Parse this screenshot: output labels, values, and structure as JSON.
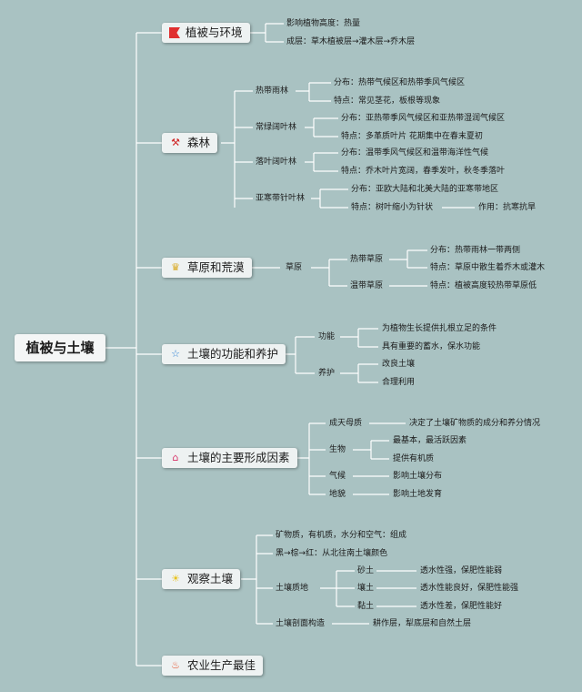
{
  "root": {
    "label": "植被与土壤"
  },
  "s1": {
    "label": "植被与环境",
    "icon": "red-flag-icon",
    "a": "影响植物高度：热量",
    "b": "成层：草木植被层→灌木层→乔木层"
  },
  "s2": {
    "label": "森林",
    "icon": "tools-icon",
    "rain": {
      "label": "热带雨林",
      "dist": "分布：热带气候区和热带季风气候区",
      "feat": "特点：常见茎花，板根等现象"
    },
    "evergreen": {
      "label": "常绿阔叶林",
      "dist": "分布：亚热带季风气候区和亚热带湿润气候区",
      "feat": "特点：多革质叶片 花期集中在春末夏初"
    },
    "deciduous": {
      "label": "落叶阔叶林",
      "dist": "分布：温带季风气候区和温带海洋性气候",
      "feat": "特点：乔木叶片宽阔，春季发叶，秋冬季落叶"
    },
    "taiga": {
      "label": "亚寒带针叶林",
      "dist": "分布：亚欧大陆和北美大陆的亚寒带地区",
      "feat": "特点：树叶缩小为针状",
      "use": "作用：抗寒抗旱"
    }
  },
  "s3": {
    "label": "草原和荒漠",
    "icon": "medal-icon",
    "grass": "草原",
    "tropical": {
      "label": "热带草原",
      "dist": "分布：热带雨林一带两侧",
      "feat": "特点：草原中散生着乔木或灌木"
    },
    "temperate": {
      "label": "温带草原",
      "feat": "特点：植被高度较热带草原低"
    }
  },
  "s4": {
    "label": "土壤的功能和养护",
    "icon": "star-icon",
    "func": "功能",
    "f1": "为植物生长提供扎根立足的条件",
    "f2": "具有重要的蓄水，保水功能",
    "care": "养护",
    "c1": "改良土壤",
    "c2": "合理利用"
  },
  "s5": {
    "label": "土壤的主要形成因素",
    "icon": "home-icon",
    "parent": "成天母质",
    "parent_v": "决定了土壤矿物质的成分和养分情况",
    "bio": "生物",
    "bio1": "最基本，最活跃因素",
    "bio2": "提供有机质",
    "climate": "气候",
    "climate_v": "影响土壤分布",
    "terrain": "地貌",
    "terrain_v": "影响土地发育"
  },
  "s6": {
    "label": "观察土壤",
    "icon": "sun-icon",
    "comp": "矿物质，有机质，水分和空气：组成",
    "color": "黑→棕→红：从北往南土壤颜色",
    "texture": "土壤质地",
    "sand": "砂土",
    "sand_v": "透水性强，保肥性能弱",
    "loam": "壤土",
    "loam_v": "透水性能良好，保肥性能强",
    "clay": "黏土",
    "clay_v": "透水性差，保肥性能好",
    "profile": "土壤剖面构造",
    "profile_v": "耕作层，犁底层和自然土层"
  },
  "s7": {
    "label": "农业生产最佳",
    "icon": "fire-icon"
  },
  "colors": {
    "background": "#a9c2c2",
    "line": "#ffffff"
  }
}
